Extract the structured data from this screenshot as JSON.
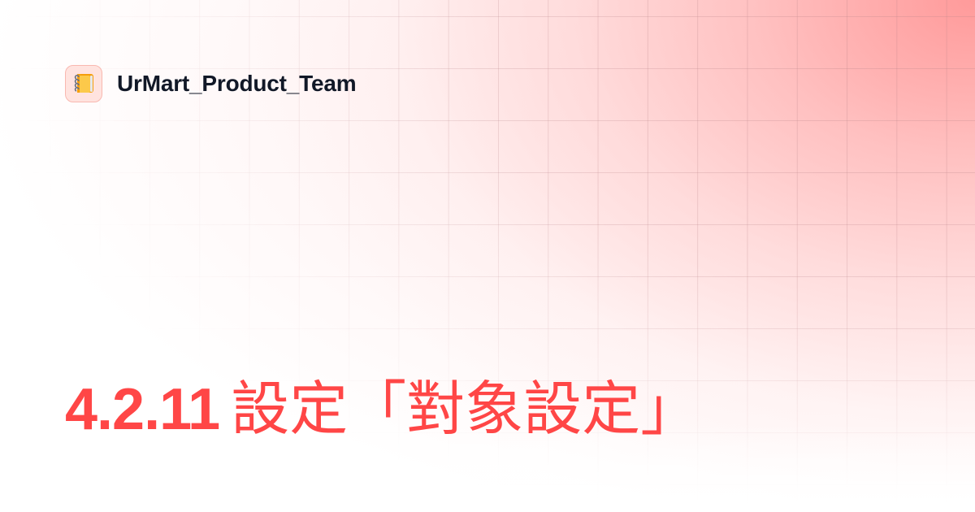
{
  "brand": {
    "icon": "notebook-icon",
    "name": "UrMart_Product_Team"
  },
  "title": {
    "number": "4.2.11",
    "text": "設定「對象設定」"
  },
  "colors": {
    "title": "#ff4646",
    "brand_text": "#111827",
    "icon_bg": "#ffe3df",
    "icon_border": "#f9b8b0",
    "gradient_accent": "#ff9a9a"
  }
}
